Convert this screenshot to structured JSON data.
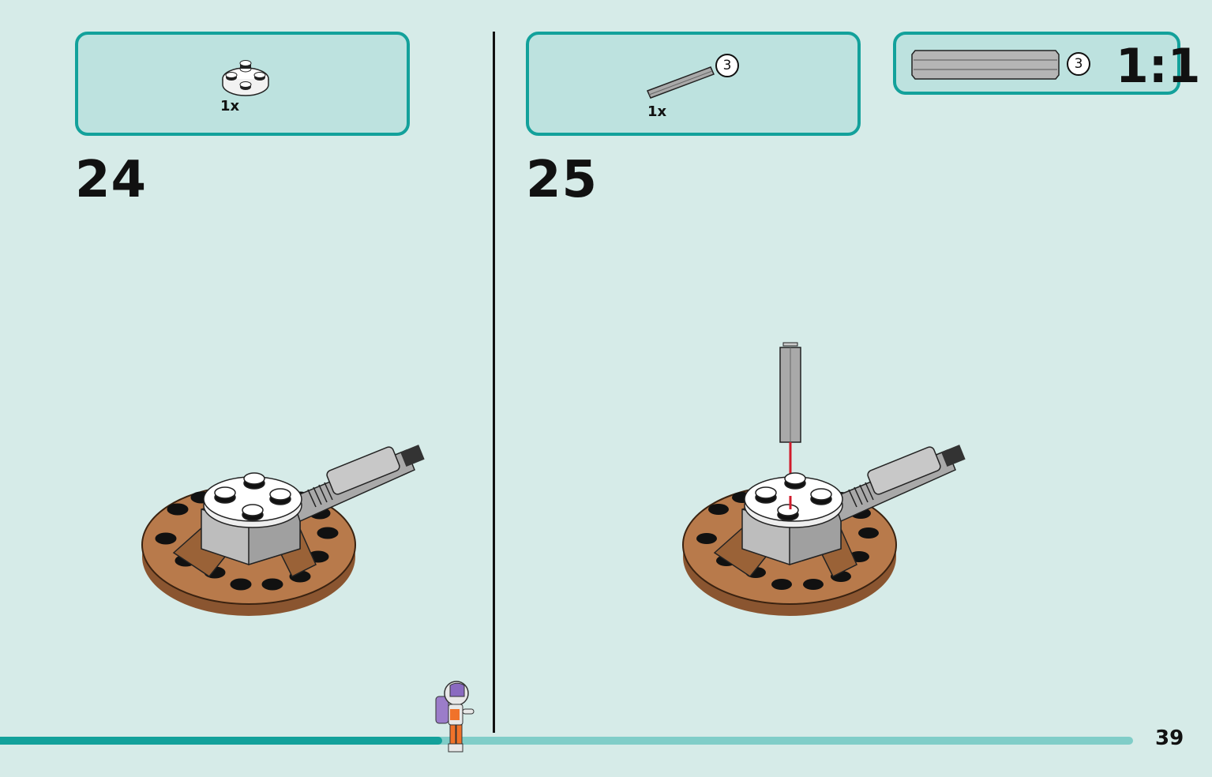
{
  "step24": {
    "number": "24",
    "parts": [
      {
        "qty": "1x",
        "part": "white round plate with studs"
      }
    ]
  },
  "step25": {
    "number": "25",
    "parts": [
      {
        "qty": "1x",
        "part": "grey axle",
        "length": "3"
      }
    ]
  },
  "scale_box": {
    "length": "3",
    "scale": "1:1"
  },
  "footer": {
    "page_number": "39",
    "progress": 0.39
  },
  "colors": {
    "background": "#d6ebe8",
    "accent": "#13a19b",
    "box_fill": "#bde2df",
    "brick_brown": "#b87a4b",
    "brick_grey": "#a9a9a9"
  }
}
